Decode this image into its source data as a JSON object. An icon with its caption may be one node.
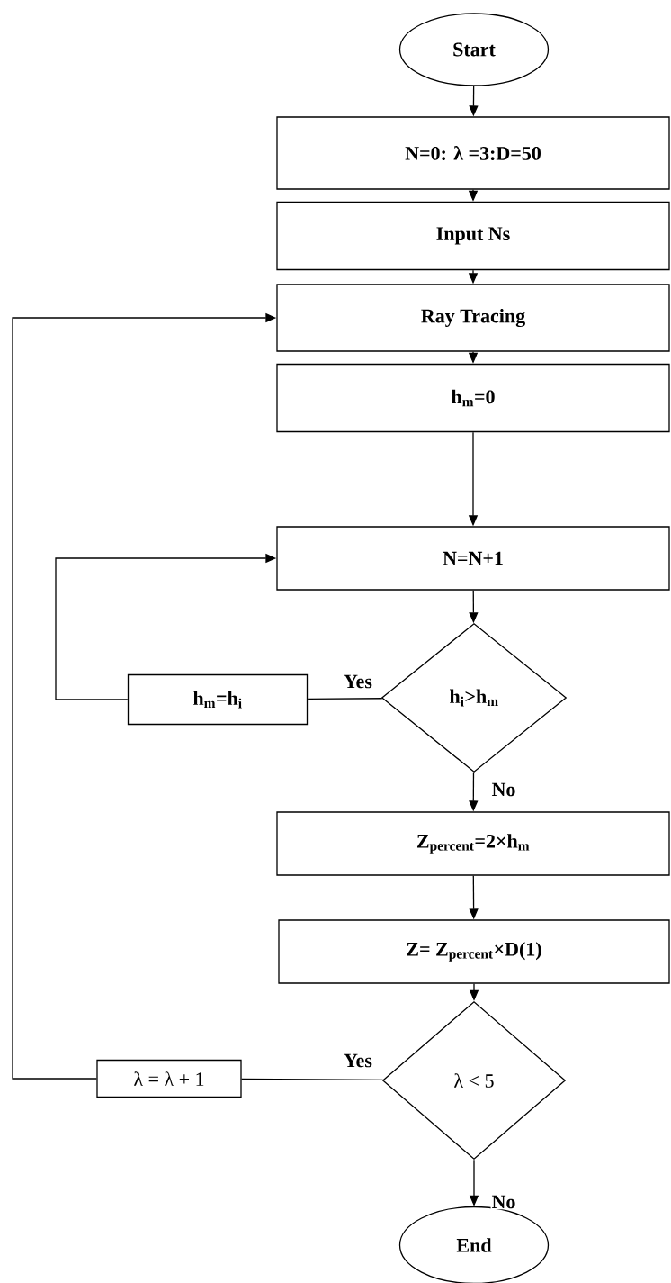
{
  "diagram": {
    "nodes": [
      {
        "text": [
          "Start"
        ]
      },
      {
        "text": [
          "N=0: λ =3:D=50"
        ]
      },
      {
        "text": [
          "Input Ns"
        ]
      },
      {
        "text": [
          "Ray Tracing"
        ]
      },
      {
        "text": [
          "h$_{m}$=0"
        ]
      },
      {
        "text": [
          "N=N+1"
        ]
      },
      {
        "text": [
          "h$_{i}$>h$_{m}$"
        ]
      },
      {
        "text": [
          "h$_{m}$=h$_{i}$"
        ]
      },
      {
        "text": [
          "Z$_{percent}$=2×h$_{m}$"
        ]
      },
      {
        "text": [
          "Z= Z$_{percent}$×D(1)"
        ]
      },
      {
        "text": [
          "λ < 5"
        ]
      },
      {
        "text": [
          "λ = λ + 1"
        ]
      },
      {
        "text": [
          "End"
        ]
      }
    ],
    "edges": [
      {
        "from": 0,
        "to": 1,
        "arrow": "to"
      },
      {
        "from": 1,
        "to": 2,
        "arrow": "to"
      },
      {
        "from": 2,
        "to": 3,
        "arrow": "to"
      },
      {
        "from": 3,
        "to": 4,
        "arrow": "to"
      },
      {
        "from": 4,
        "to": 5,
        "arrow": "to"
      },
      {
        "from": 5,
        "to": 6,
        "arrow": "to"
      },
      {
        "from": 6,
        "to": 7,
        "arrow": "none",
        "label": "Yes"
      },
      {
        "from": 7,
        "to": 5,
        "arrow": "to"
      },
      {
        "from": 6,
        "to": 8,
        "arrow": "to",
        "label": "No"
      },
      {
        "from": 8,
        "to": 9,
        "arrow": "to"
      },
      {
        "from": 9,
        "to": 10,
        "arrow": "to"
      },
      {
        "from": 10,
        "to": 11,
        "arrow": "none",
        "label": "Yes"
      },
      {
        "from": 11,
        "to": 3,
        "arrow": "to"
      },
      {
        "from": 10,
        "to": 12,
        "arrow": "to",
        "label": "No"
      }
    ]
  }
}
